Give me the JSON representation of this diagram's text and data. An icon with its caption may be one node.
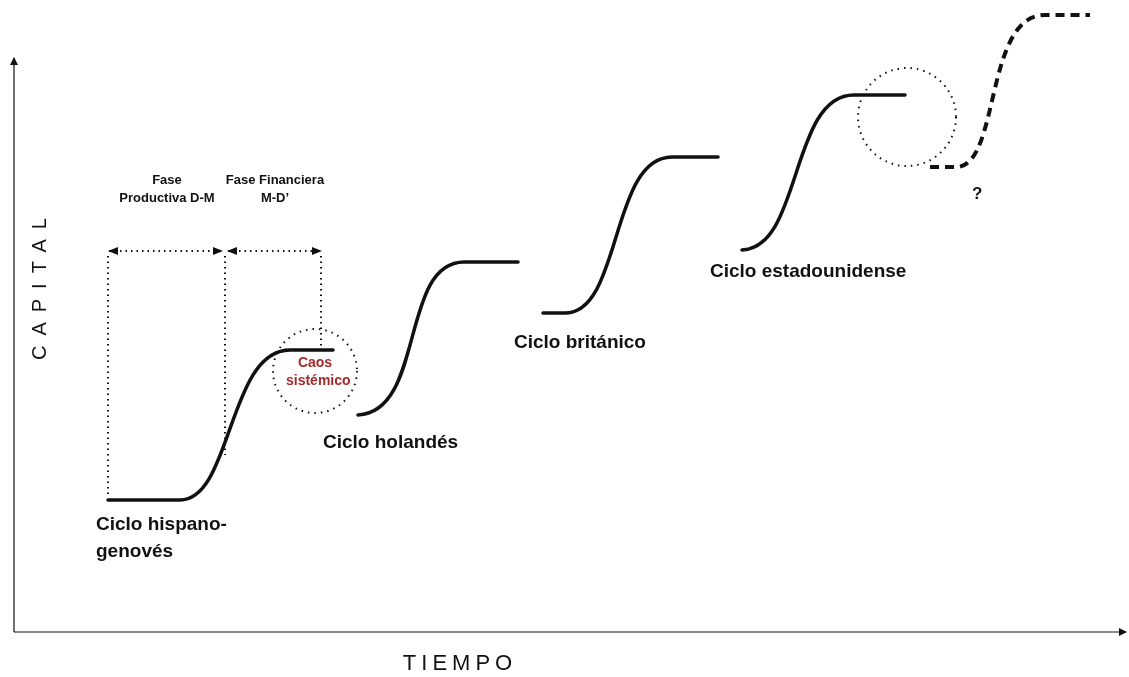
{
  "diagram": {
    "nodes": [
      {
        "text": [
          "Caos sistémico"
        ]
      },
      {
        "text": [],
        "shape": "circle"
      }
    ],
    "labels": [
      "CAPITAL",
      "Fase Productiva D-M",
      "Fase Financiera M-D’",
      "?",
      "Ciclo estadounidense",
      "Ciclo británico",
      "Ciclo holandés",
      "Ciclo hispano-genovés",
      "TIEMPO"
    ]
  }
}
